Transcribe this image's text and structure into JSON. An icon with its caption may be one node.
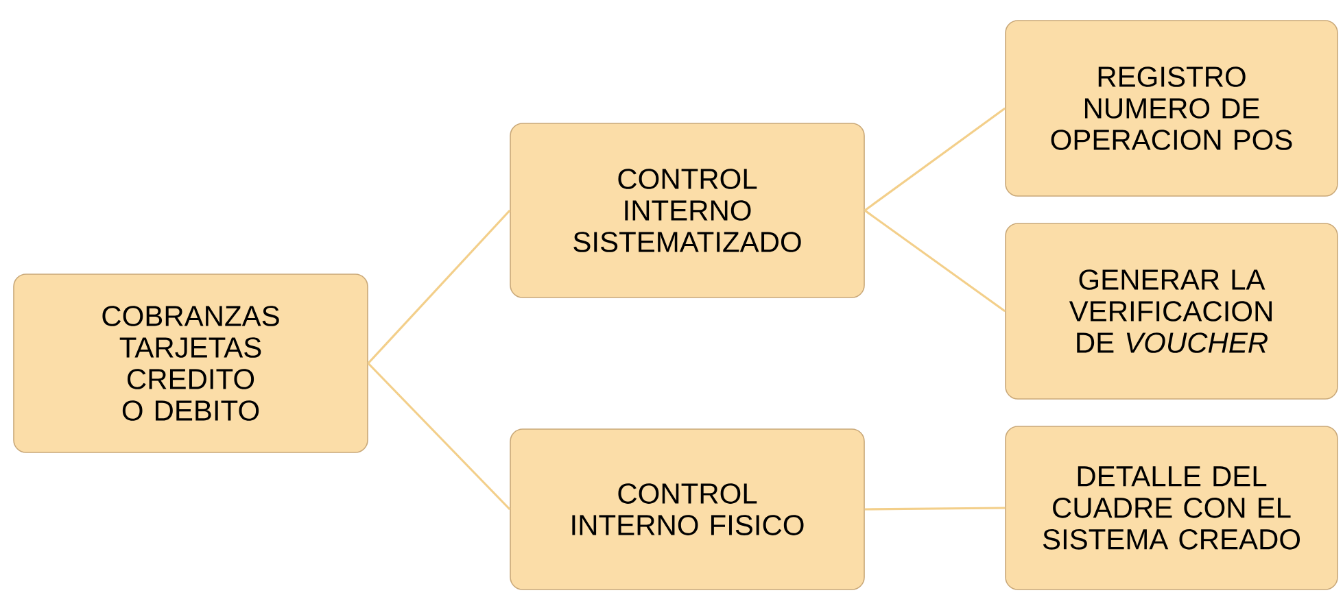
{
  "diagram": {
    "nodes": [
      {
        "text": [
          "COBRANZAS TARJETAS CREDITO O DEBITO"
        ]
      },
      {
        "text": [
          "CONTROL INTERNO SISTEMATIZADO"
        ]
      },
      {
        "text": [
          "CONTROL INTERNO FISICO"
        ]
      },
      {
        "text": [
          "REGISTRO NUMERO DE OPERACION POS"
        ]
      },
      {
        "text": [
          "GENERAR LA VERIFICACION DE *VOUCHER*"
        ]
      },
      {
        "text": [
          "DETALLE DEL CUADRE CON EL SISTEMA CREADO"
        ]
      }
    ],
    "edges": [
      {
        "from": 0,
        "to": 1,
        "arrow": "none"
      },
      {
        "from": 0,
        "to": 2,
        "arrow": "none"
      },
      {
        "from": 1,
        "to": 3,
        "arrow": "none"
      },
      {
        "from": 1,
        "to": 4,
        "arrow": "none"
      },
      {
        "from": 2,
        "to": 5,
        "arrow": "none"
      }
    ]
  }
}
